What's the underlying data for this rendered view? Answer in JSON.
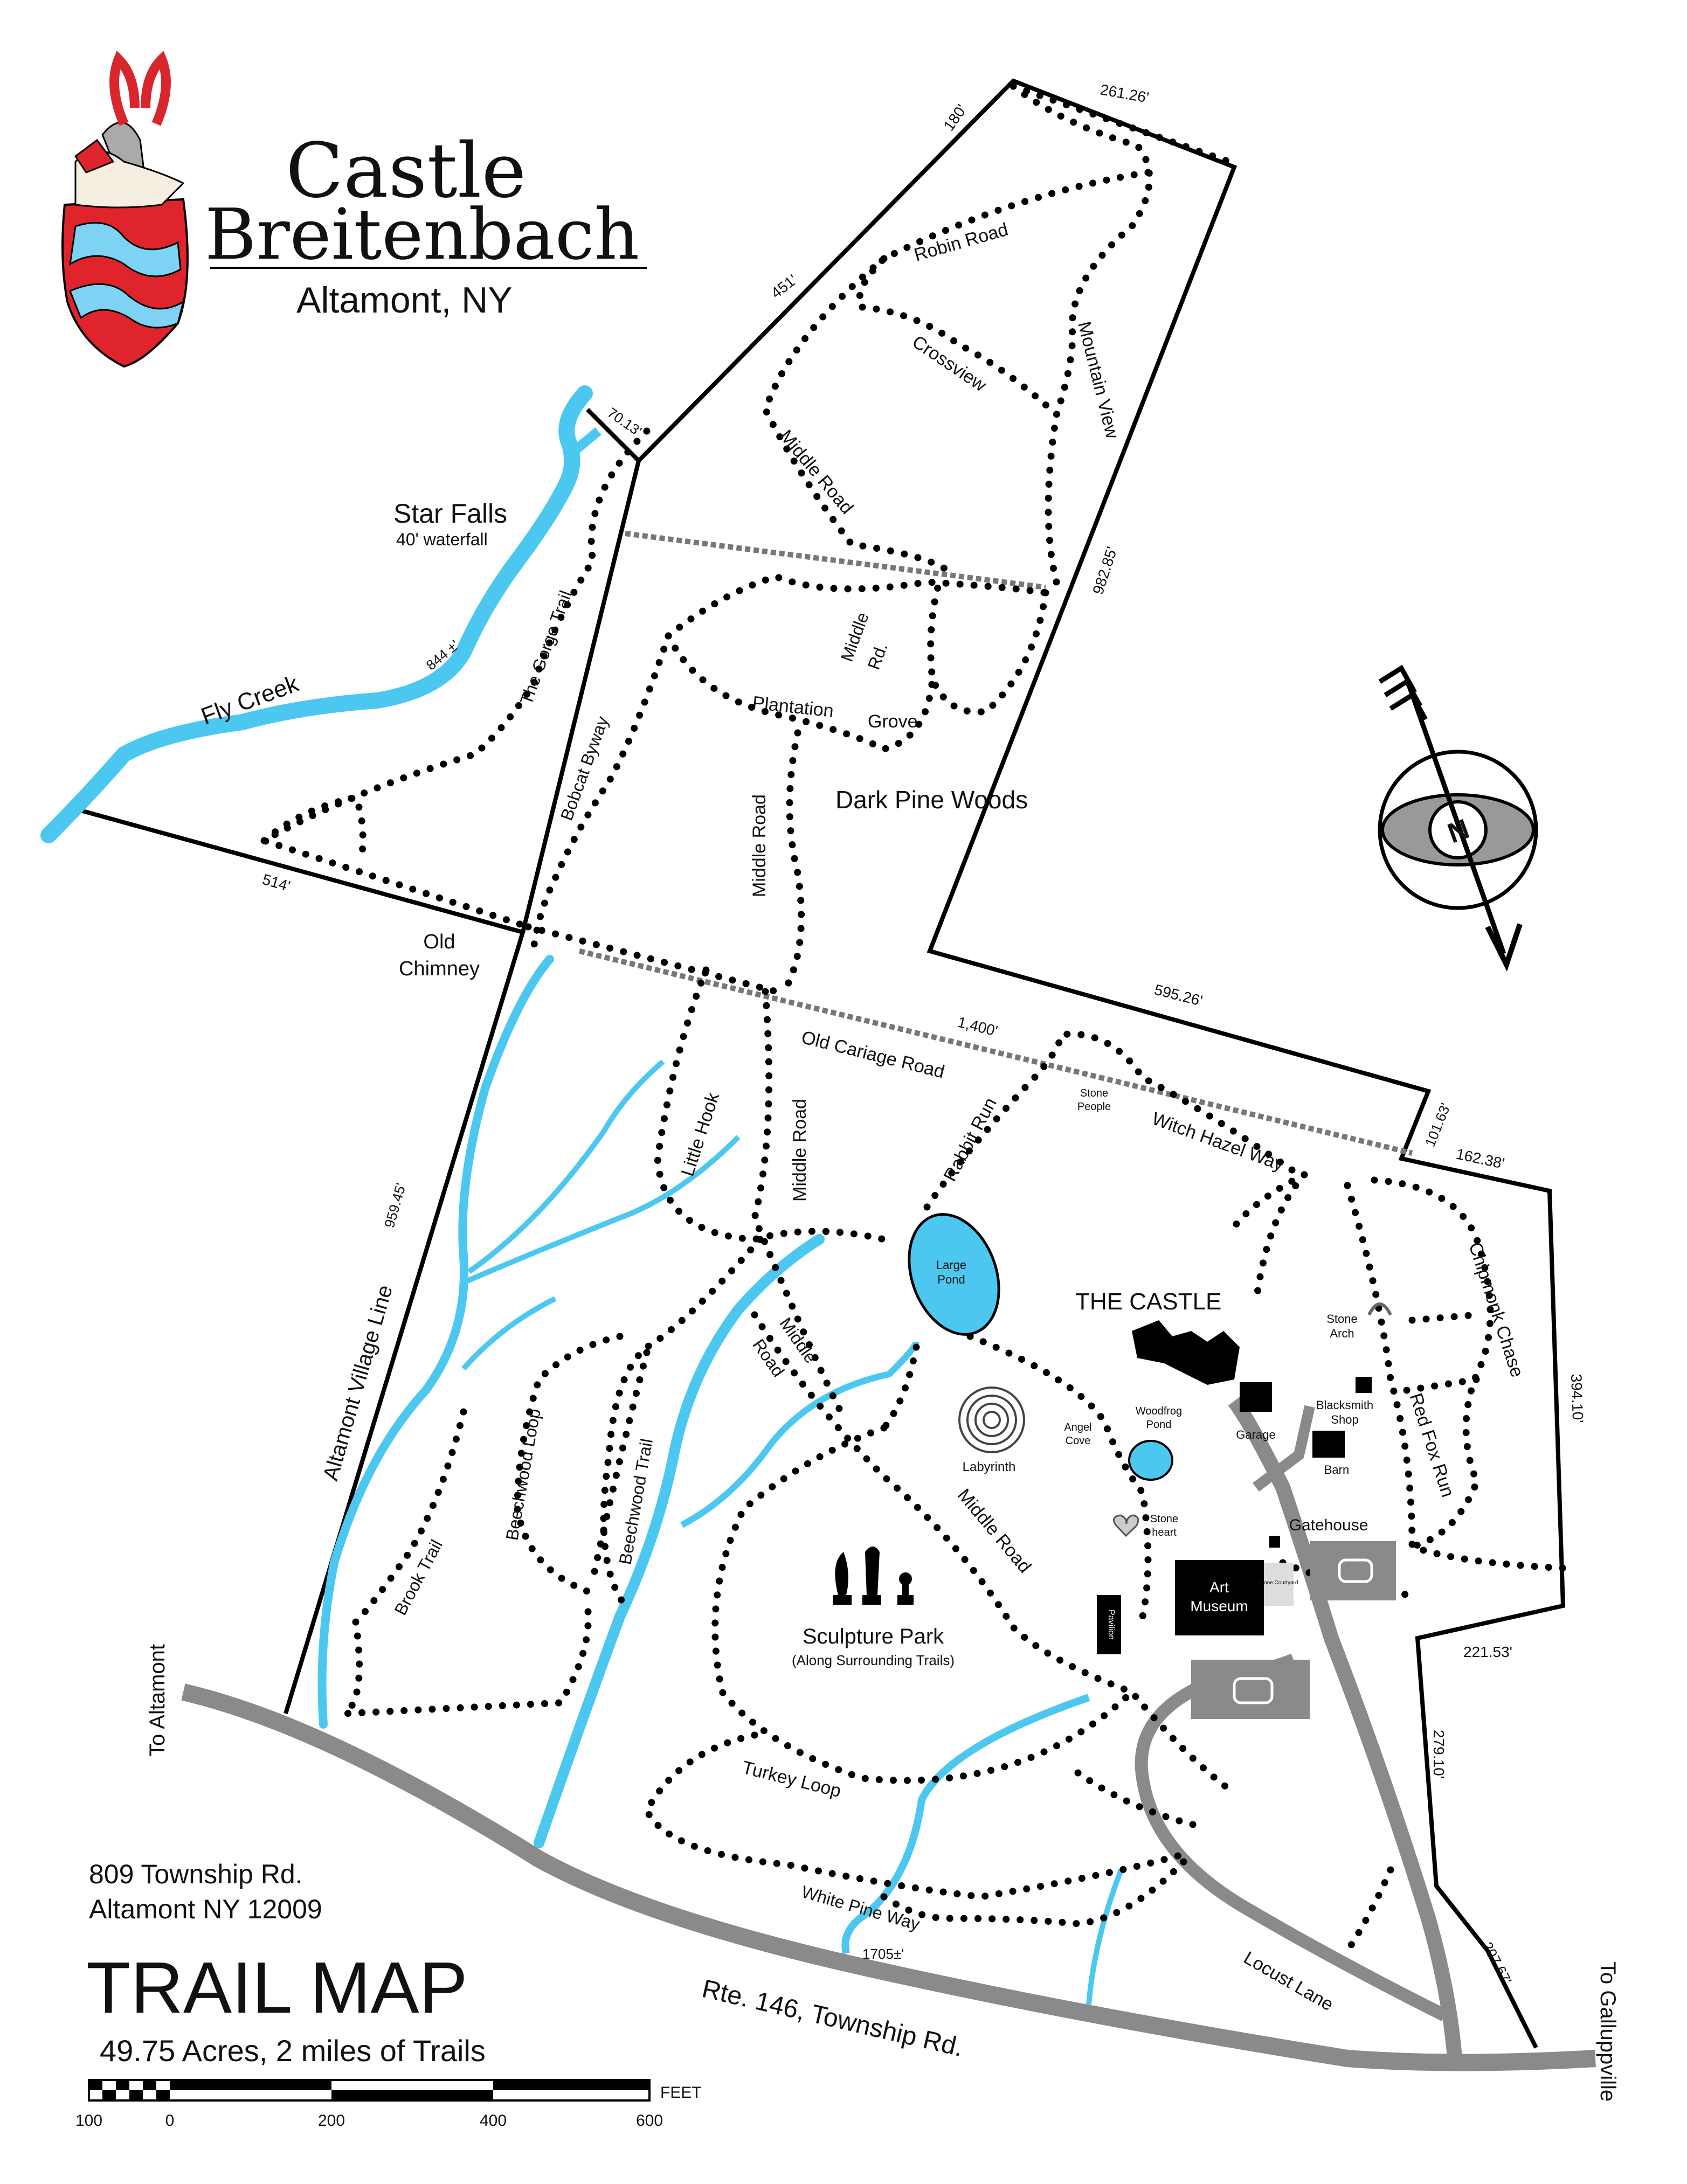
{
  "brand": {
    "name_line1": "Castle",
    "name_line2": "Breitenbach",
    "location": "Altamont, NY",
    "colors": {
      "shield_red": "#e0242b",
      "water": "#4cc8f0",
      "road": "#8a8a8a"
    }
  },
  "address": {
    "line1": "809 Township Rd.",
    "line2": "Altamont NY 12009"
  },
  "title": {
    "main": "TRAIL MAP",
    "sub": "49.75 Acres, 2 miles of Trails"
  },
  "scale": {
    "unit": "FEET",
    "ticks": [
      "100",
      "0",
      "200",
      "400",
      "600"
    ]
  },
  "features": {
    "star_falls": "Star Falls",
    "waterfall": "40' waterfall",
    "fly_creek": "Fly Creek",
    "dark_pine_woods": "Dark Pine Woods",
    "old_chimney_1": "Old",
    "old_chimney_2": "Chimney",
    "castle": "THE CASTLE",
    "large_pond_1": "Large",
    "large_pond_2": "Pond",
    "sculpture_park": "Sculpture Park",
    "sculpture_park_sub": "(Along Surrounding Trails)",
    "labyrinth": "Labyrinth",
    "angel_cove_1": "Angel",
    "angel_cove_2": "Cove",
    "woodfrog_1": "Woodfrog",
    "woodfrog_2": "Pond",
    "stone_heart_1": "Stone",
    "stone_heart_2": "heart",
    "stone_people_1": "Stone",
    "stone_people_2": "People",
    "stone_arch_1": "Stone",
    "stone_arch_2": "Arch",
    "garage": "Garage",
    "barn": "Barn",
    "blacksmith_1": "Blacksmith",
    "blacksmith_2": "Shop",
    "gatehouse": "Gatehouse",
    "art_museum_1": "Art",
    "art_museum_2": "Museum",
    "pavilion": "Pavilion",
    "stone_courtyard": "Stone Courtyard"
  },
  "trails": {
    "robin_road": "Robin Road",
    "crossview": "Crossview",
    "mountain_view": "Mountain View",
    "middle_road": "Middle Road",
    "middle_rd_1": "Middle",
    "middle_rd_2": "Rd.",
    "middle_1": "Middle",
    "middle_2": "Road",
    "plantation": "Plantation",
    "grove": "Grove",
    "gorge_trail": "The Gorge Trail",
    "bobcat_byway": "Bobcat Byway",
    "old_carriage_road": "Old Cariage Road",
    "little_hook": "Little Hook",
    "rabbit_run": "Rabbit Run",
    "witch_hazel_way": "Witch Hazel Way",
    "chipmonk_chase": "Chipmonk Chase",
    "red_fox_run": "Red Fox Run",
    "beechwood_loop": "Beechwood Loop",
    "beechwood_trail": "Beechwood Trail",
    "brook_trail": "Brook Trail",
    "turkey_loop": "Turkey Loop",
    "white_pine_way": "White Pine Way",
    "locust_lane": "Locust Lane",
    "rte_146": "Rte. 146, Township Rd.",
    "village_line": "Altamont Village Line"
  },
  "directions": {
    "to_altamont": "To Altamont",
    "to_galluppville": "To Galluppville",
    "north": "N"
  },
  "dimensions": {
    "d180": "180'",
    "d261": "261.26'",
    "d451": "451'",
    "d70": "70.13'",
    "d844": "844 ±'",
    "d982": "982.85'",
    "d514": "514'",
    "d595": "595.26'",
    "d1400": "1,400'",
    "d101": "101.63'",
    "d162": "162.38'",
    "d394": "394.10'",
    "d959": "959.45'",
    "d221": "221.53'",
    "d279": "279.10'",
    "d207": "207.67'",
    "d1705": "1705±'"
  }
}
